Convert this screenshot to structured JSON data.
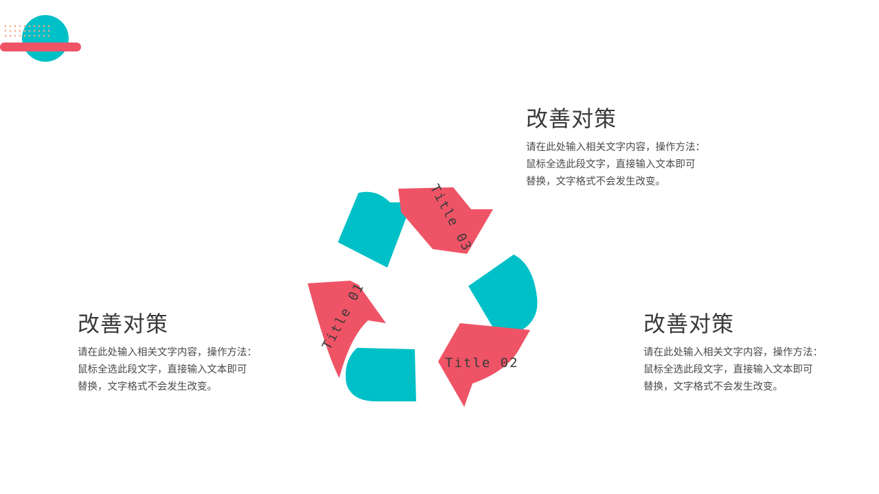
{
  "colors": {
    "accent_red": "#ee5466",
    "accent_teal": "#00c0c7",
    "dot_orange": "#f2a98a",
    "text_dark": "#3a3a3a",
    "background": "#ffffff"
  },
  "cycle": {
    "titles": [
      "Title 01",
      "Title 02",
      "Title 03"
    ]
  },
  "blocks": {
    "top": {
      "heading": "改善对策",
      "lines": [
        "请在此处输入相关文字内容，操作方法：",
        "鼠标全选此段文字，直接输入文本即可",
        "替换，文字格式不会发生改变。"
      ]
    },
    "left": {
      "heading": "改善对策",
      "lines": [
        "请在此处输入相关文字内容，操作方法：",
        "鼠标全选此段文字，直接输入文本即可",
        "替换，文字格式不会发生改变。"
      ]
    },
    "right": {
      "heading": "改善对策",
      "lines": [
        "请在此处输入相关文字内容，操作方法：",
        "鼠标全选此段文字，直接输入文本即可",
        "替换，文字格式不会发生改变。"
      ]
    }
  }
}
